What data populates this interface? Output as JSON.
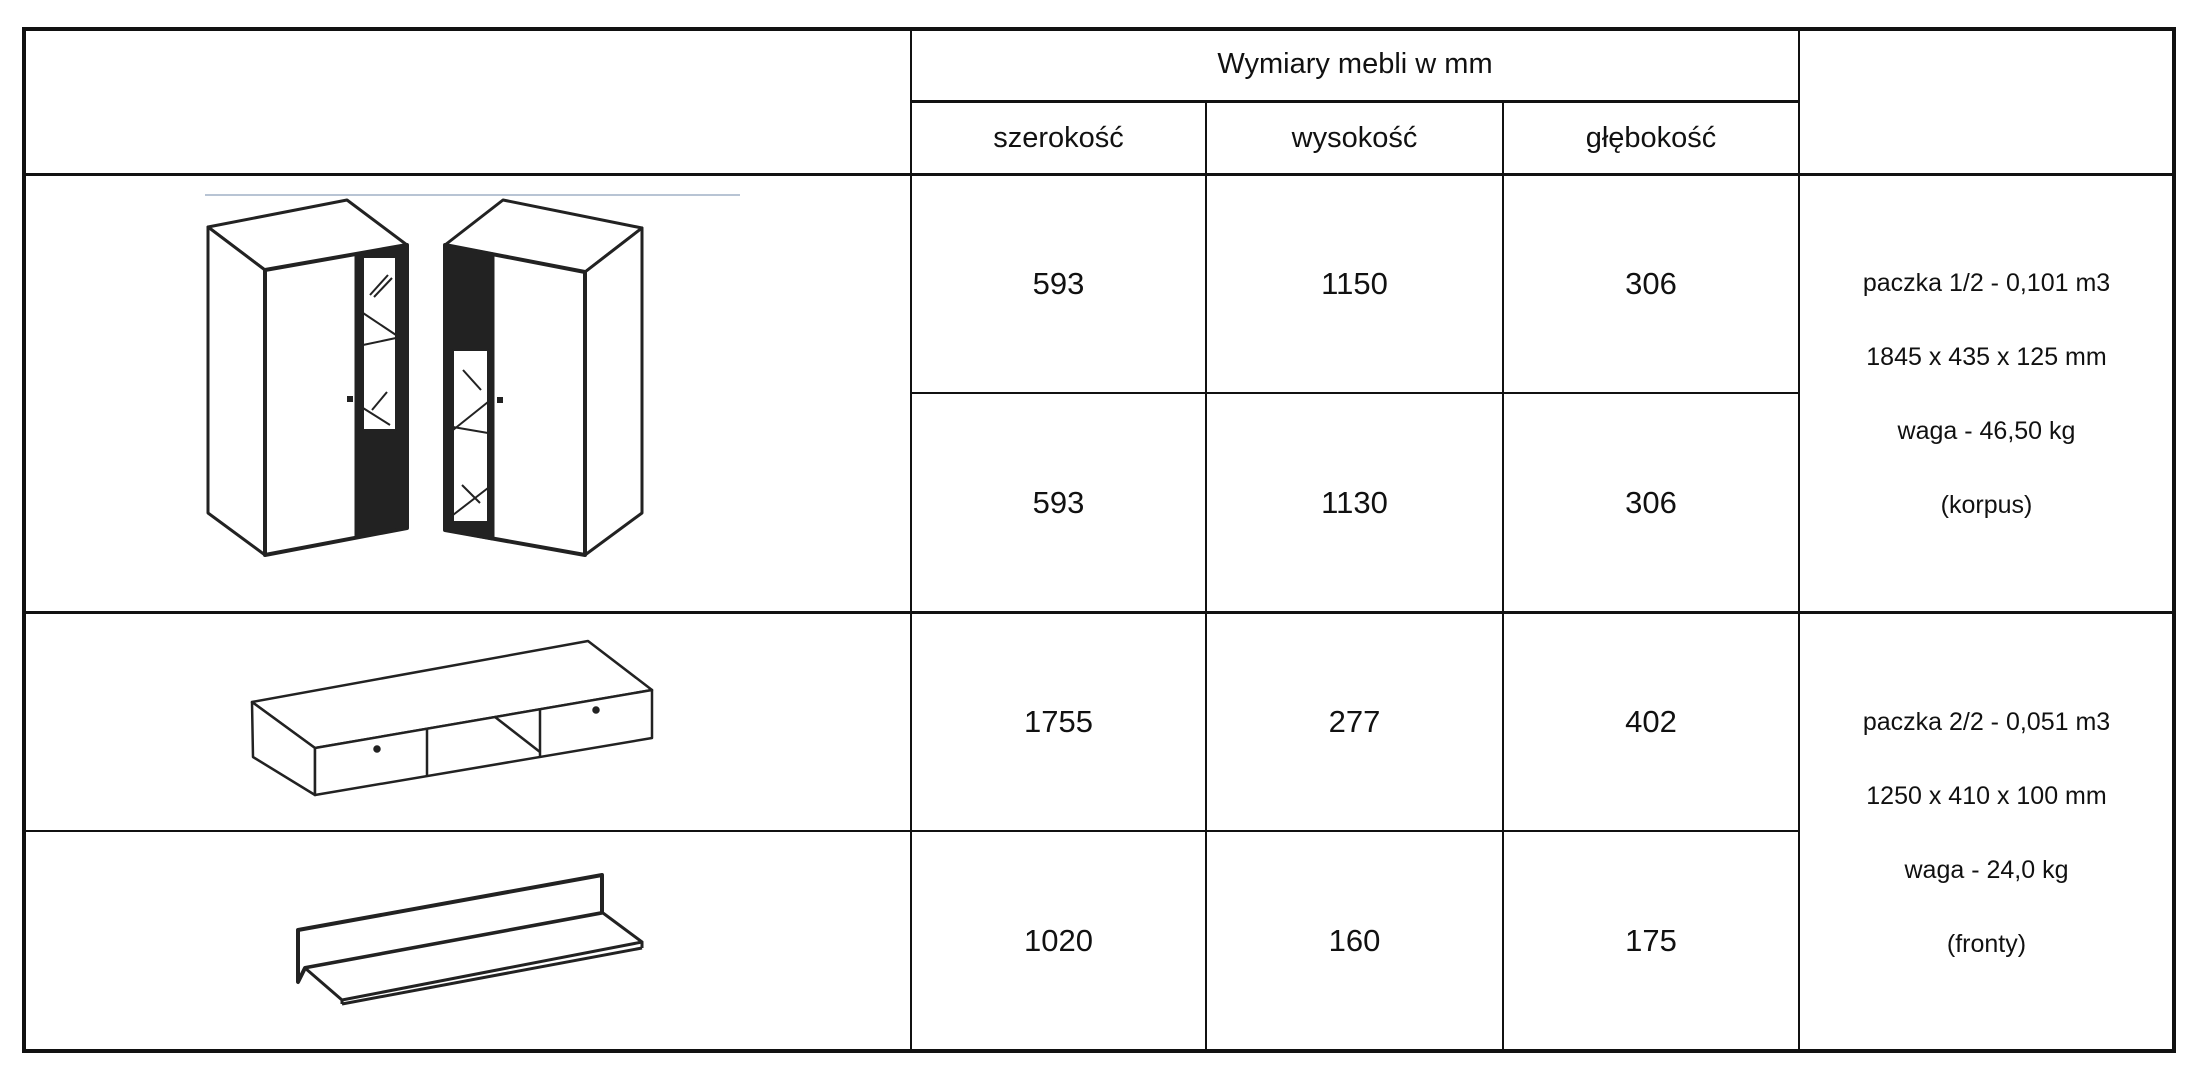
{
  "header": {
    "group_title": "Wymiary mebli w mm",
    "columns": [
      "szerokość",
      "wysokość",
      "głębokość"
    ]
  },
  "rows": [
    {
      "item": "cabinet-pair-glass-doors",
      "values": [
        "593",
        "1150",
        "306"
      ]
    },
    {
      "item": "cabinet-pair-glass-doors",
      "values": [
        "593",
        "1130",
        "306"
      ]
    },
    {
      "item": "tv-stand",
      "values": [
        "1755",
        "277",
        "402"
      ]
    },
    {
      "item": "wall-shelf",
      "values": [
        "1020",
        "160",
        "175"
      ]
    }
  ],
  "packages": [
    {
      "lines": [
        "paczka 1/2 - 0,101 m3",
        "1845 x 435 x 125 mm",
        "waga - 46,50 kg",
        "(korpus)"
      ]
    },
    {
      "lines": [
        "paczka 2/2 - 0,051 m3",
        "1250 x 410 x 100 mm",
        "waga - 24,0 kg",
        "(fronty)"
      ]
    }
  ]
}
